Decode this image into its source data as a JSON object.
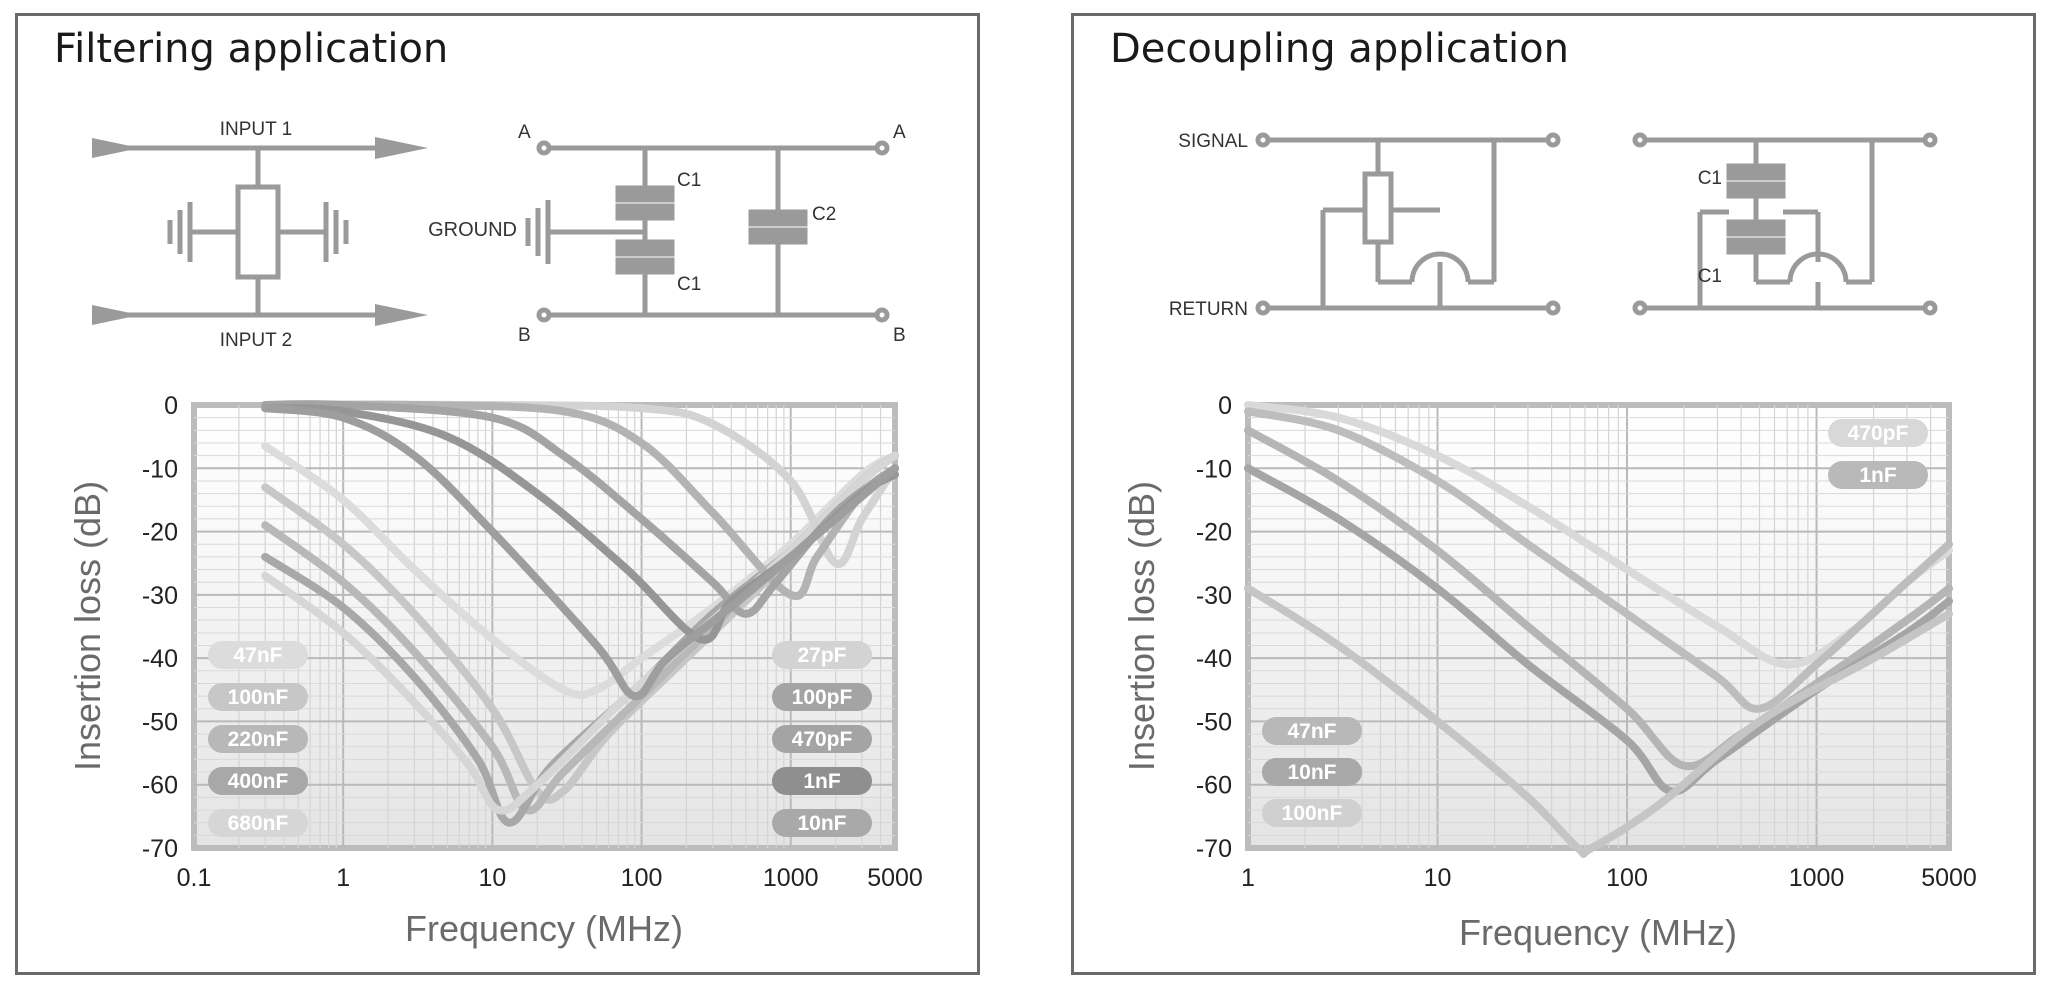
{
  "panels": {
    "filter": {
      "title": "Filtering application"
    },
    "decouple": {
      "title": "Decoupling application"
    }
  },
  "circuits": {
    "filter": {
      "input1": "INPUT 1",
      "input2": "INPUT 2",
      "ground": "GROUND",
      "a": "A",
      "b": "B",
      "c1": "C1",
      "c2": "C2"
    },
    "decouple": {
      "signal": "SIGNAL",
      "ret": "RETURN",
      "c1": "C1"
    }
  },
  "colors": {
    "frame": "#6a6a6a",
    "plot_border": "#bcbcbc",
    "grid": "#cdcdcd"
  },
  "chart_data": [
    {
      "type": "line",
      "x_scale": "log",
      "xlabel": "Frequency (MHz)",
      "ylabel": "Insertion loss (dB)",
      "xlim": [
        0.1,
        5000
      ],
      "ylim": [
        -70,
        0
      ],
      "x_ticks": [
        0.1,
        1,
        10,
        100,
        1000,
        5000
      ],
      "x_tick_labels": [
        "0.1",
        "1",
        "10",
        "100",
        "1000",
        "5000"
      ],
      "y_ticks": [
        0,
        -10,
        -20,
        -30,
        -40,
        -50,
        -60,
        -70
      ],
      "y_tick_labels": [
        "0",
        "-10",
        "-20",
        "-30",
        "-40",
        "-50",
        "-60",
        "-70"
      ],
      "grid": true,
      "legend_left": [
        "47nF",
        "100nF",
        "220nF",
        "400nF",
        "680nF"
      ],
      "legend_right": [
        "27pF",
        "100pF",
        "470pF",
        "1nF",
        "10nF"
      ],
      "series": [
        {
          "name": "47nF",
          "color": "#dcdcdc",
          "points": [
            [
              0.3,
              -6.5
            ],
            [
              1,
              -15
            ],
            [
              3,
              -26
            ],
            [
              10,
              -37
            ],
            [
              30,
              -45
            ],
            [
              50,
              -45
            ],
            [
              100,
              -40
            ],
            [
              300,
              -32
            ],
            [
              1000,
              -22
            ],
            [
              3000,
              -11
            ],
            [
              5000,
              -8
            ]
          ]
        },
        {
          "name": "100nF",
          "color": "#c7c7c7",
          "points": [
            [
              0.3,
              -13
            ],
            [
              1,
              -22
            ],
            [
              3,
              -33
            ],
            [
              10,
              -48
            ],
            [
              20,
              -61
            ],
            [
              30,
              -61
            ],
            [
              60,
              -52
            ],
            [
              200,
              -40
            ],
            [
              1000,
              -24
            ],
            [
              3000,
              -12
            ],
            [
              5000,
              -8
            ]
          ]
        },
        {
          "name": "220nF",
          "color": "#b8b8b8",
          "points": [
            [
              0.3,
              -19
            ],
            [
              1,
              -28
            ],
            [
              3,
              -39
            ],
            [
              10,
              -54
            ],
            [
              17,
              -64
            ],
            [
              30,
              -58
            ],
            [
              100,
              -46
            ],
            [
              300,
              -35
            ],
            [
              1000,
              -23
            ],
            [
              3000,
              -12
            ],
            [
              5000,
              -8
            ]
          ]
        },
        {
          "name": "400nF",
          "color": "#a8a8a8",
          "points": [
            [
              0.3,
              -24
            ],
            [
              1,
              -32
            ],
            [
              3,
              -43
            ],
            [
              8,
              -56
            ],
            [
              13,
              -66
            ],
            [
              25,
              -57
            ],
            [
              100,
              -44
            ],
            [
              300,
              -33
            ],
            [
              1000,
              -23
            ],
            [
              3000,
              -12
            ],
            [
              5000,
              -8
            ]
          ]
        },
        {
          "name": "680nF",
          "color": "#d6d6d6",
          "points": [
            [
              0.3,
              -27
            ],
            [
              1,
              -36
            ],
            [
              3,
              -47
            ],
            [
              7,
              -57
            ],
            [
              11,
              -64
            ],
            [
              20,
              -60
            ],
            [
              80,
              -46
            ],
            [
              300,
              -34
            ],
            [
              1000,
              -23
            ],
            [
              3000,
              -12
            ],
            [
              5000,
              -8
            ]
          ]
        },
        {
          "name": "27pF",
          "color": "#d3d3d3",
          "points": [
            [
              0.3,
              0
            ],
            [
              10,
              0
            ],
            [
              100,
              -0.5
            ],
            [
              300,
              -3
            ],
            [
              1000,
              -12
            ],
            [
              2000,
              -25
            ],
            [
              3000,
              -18
            ],
            [
              5000,
              -10
            ]
          ]
        },
        {
          "name": "100pF",
          "color": "#b3b3b3",
          "points": [
            [
              0.3,
              0
            ],
            [
              3,
              0
            ],
            [
              30,
              -1
            ],
            [
              100,
              -6
            ],
            [
              300,
              -17
            ],
            [
              1000,
              -30
            ],
            [
              1500,
              -24
            ],
            [
              3000,
              -14
            ],
            [
              5000,
              -10
            ]
          ]
        },
        {
          "name": "470pF",
          "color": "#a4a4a4",
          "points": [
            [
              0.3,
              0
            ],
            [
              1,
              0
            ],
            [
              10,
              -2
            ],
            [
              30,
              -8
            ],
            [
              100,
              -18
            ],
            [
              300,
              -28
            ],
            [
              500,
              -33
            ],
            [
              800,
              -28
            ],
            [
              2000,
              -17
            ],
            [
              5000,
              -10
            ]
          ]
        },
        {
          "name": "1nF",
          "color": "#969696",
          "points": [
            [
              0.3,
              -0.5
            ],
            [
              1,
              -1
            ],
            [
              5,
              -5
            ],
            [
              20,
              -14
            ],
            [
              80,
              -26
            ],
            [
              250,
              -37
            ],
            [
              400,
              -31
            ],
            [
              1000,
              -24
            ],
            [
              3000,
              -14
            ],
            [
              5000,
              -11
            ]
          ]
        },
        {
          "name": "10nF",
          "color": "#9e9e9e",
          "points": [
            [
              0.3,
              -0.5
            ],
            [
              1,
              -2
            ],
            [
              3,
              -8
            ],
            [
              10,
              -20
            ],
            [
              50,
              -38
            ],
            [
              90,
              -46
            ],
            [
              150,
              -40
            ],
            [
              500,
              -30
            ],
            [
              2000,
              -18
            ],
            [
              5000,
              -10
            ]
          ]
        }
      ]
    },
    {
      "type": "line",
      "x_scale": "log",
      "xlabel": "Frequency (MHz)",
      "ylabel": "Insertion loss (dB)",
      "xlim": [
        1,
        5000
      ],
      "ylim": [
        -70,
        0
      ],
      "x_ticks": [
        1,
        10,
        100,
        1000,
        5000
      ],
      "x_tick_labels": [
        "1",
        "10",
        "100",
        "1000",
        "5000"
      ],
      "y_ticks": [
        0,
        -10,
        -20,
        -30,
        -40,
        -50,
        -60,
        -70
      ],
      "y_tick_labels": [
        "0",
        "-10",
        "-20",
        "-30",
        "-40",
        "-50",
        "-60",
        "-70"
      ],
      "grid": true,
      "legend_left": [
        "47nF",
        "10nF",
        "100nF"
      ],
      "legend_right": [
        "470pF",
        "1nF"
      ],
      "series": [
        {
          "name": "470pF",
          "color": "#d9d9d9",
          "points": [
            [
              1,
              0
            ],
            [
              3,
              -2
            ],
            [
              10,
              -8
            ],
            [
              30,
              -16
            ],
            [
              100,
              -26
            ],
            [
              300,
              -35
            ],
            [
              700,
              -41
            ],
            [
              1500,
              -36
            ],
            [
              3000,
              -28
            ],
            [
              5000,
              -23
            ]
          ]
        },
        {
          "name": "1nF",
          "color": "#bdbdbd",
          "points": [
            [
              1,
              -1
            ],
            [
              3,
              -4
            ],
            [
              10,
              -12
            ],
            [
              30,
              -22
            ],
            [
              100,
              -33
            ],
            [
              300,
              -43
            ],
            [
              500,
              -48
            ],
            [
              1000,
              -41
            ],
            [
              3000,
              -28
            ],
            [
              5000,
              -22
            ]
          ]
        },
        {
          "name": "47nF",
          "color": "#b5b5b5",
          "points": [
            [
              1,
              -4
            ],
            [
              3,
              -12
            ],
            [
              10,
              -23
            ],
            [
              30,
              -35
            ],
            [
              100,
              -48
            ],
            [
              200,
              -57
            ],
            [
              400,
              -52
            ],
            [
              1000,
              -44
            ],
            [
              3000,
              -34
            ],
            [
              5000,
              -29
            ]
          ]
        },
        {
          "name": "10nF",
          "color": "#a5a5a5",
          "points": [
            [
              1,
              -10
            ],
            [
              3,
              -18
            ],
            [
              10,
              -29
            ],
            [
              30,
              -41
            ],
            [
              100,
              -53
            ],
            [
              170,
              -61
            ],
            [
              300,
              -56
            ],
            [
              1000,
              -45
            ],
            [
              3000,
              -36
            ],
            [
              5000,
              -31
            ]
          ]
        },
        {
          "name": "100nF",
          "color": "#c5c5c5",
          "points": [
            [
              1,
              -29
            ],
            [
              3,
              -38
            ],
            [
              10,
              -50
            ],
            [
              30,
              -62
            ],
            [
              55,
              -70
            ],
            [
              65,
              -70
            ],
            [
              150,
              -63
            ],
            [
              500,
              -50
            ],
            [
              2000,
              -40
            ],
            [
              5000,
              -33
            ]
          ]
        }
      ]
    }
  ]
}
